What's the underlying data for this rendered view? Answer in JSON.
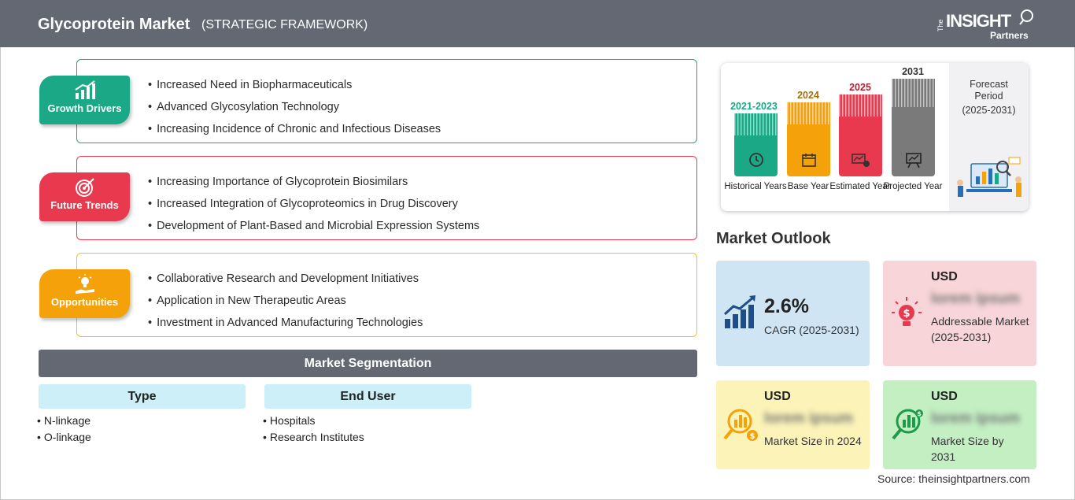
{
  "header": {
    "title": "Glycoprotein Market",
    "subtitle": "(STRATEGIC FRAMEWORK)",
    "logo": {
      "the": "The",
      "insight": "INSIGHT",
      "partners": "Partners"
    }
  },
  "framework": {
    "growth_drivers": {
      "label": "Growth Drivers",
      "color": "#1aa886",
      "items": [
        "Increased Need in Biopharmaceuticals",
        "Advanced Glycosylation Technology",
        "Increasing Incidence of Chronic and Infectious Diseases"
      ]
    },
    "future_trends": {
      "label": "Future Trends",
      "color": "#e8394f",
      "items": [
        "Increasing Importance of Glycoprotein Biosimilars",
        "Increased Integration of Glycoproteomics in Drug Discovery",
        "Development of Plant-Based and Microbial Expression Systems"
      ]
    },
    "opportunities": {
      "label": "Opportunities",
      "color": "#f5a20a",
      "items": [
        "Collaborative Research and Development Initiatives",
        "Application in New Therapeutic Areas",
        "Investment in Advanced Manufacturing Technologies"
      ]
    }
  },
  "segmentation": {
    "title": "Market Segmentation",
    "type": {
      "heading": "Type",
      "items": [
        "N-linkage",
        "O-linkage"
      ]
    },
    "end_user": {
      "heading": "End User",
      "items": [
        "Hospitals",
        "Research Institutes"
      ]
    }
  },
  "timeline": {
    "historical": {
      "year": "2021-2023",
      "label": "Historical Years",
      "color": "#1aa886"
    },
    "base": {
      "year": "2024",
      "label": "Base Year",
      "color": "#f5a20a"
    },
    "estimated": {
      "year": "2025",
      "label": "Estimated Year",
      "color": "#e8394f"
    },
    "projected": {
      "year": "2031",
      "label": "Projected Year",
      "color": "#7a7a7a"
    },
    "forecast": {
      "title": "Forecast Period",
      "range": "(2025-2031)"
    }
  },
  "outlook": {
    "title": "Market Outlook",
    "cagr": {
      "value": "2.6%",
      "label": "CAGR (2025-2031)"
    },
    "addressable": {
      "currency": "USD",
      "value": "lorem ipsum",
      "label": "Addressable Market (2025-2031)"
    },
    "size_2024": {
      "currency": "USD",
      "value": "lorem ipsum",
      "label": "Market Size in 2024"
    },
    "size_2031": {
      "currency": "USD",
      "value": "lorem ipsum",
      "label": "Market Size by 2031"
    }
  },
  "source": "Source: theinsightpartners.com"
}
